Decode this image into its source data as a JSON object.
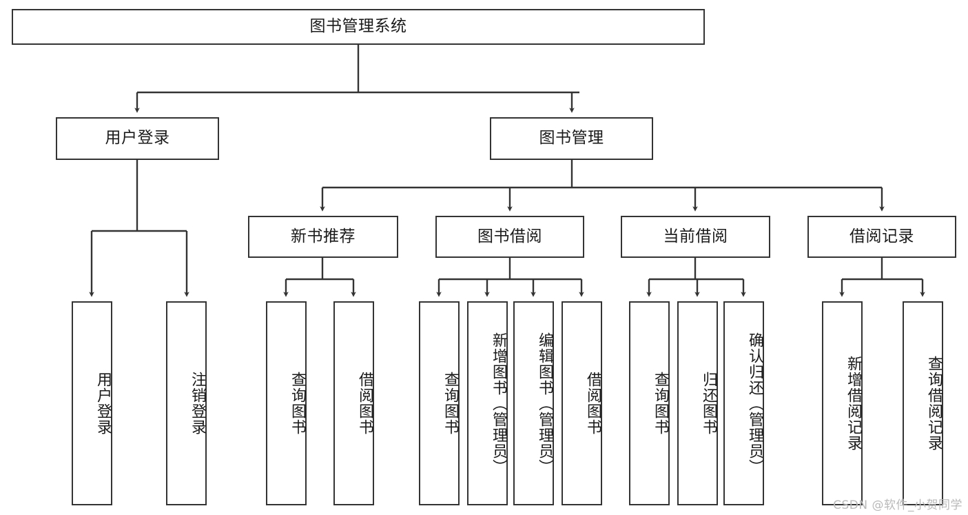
{
  "diagram": {
    "title": "图书管理系统",
    "type": "tree",
    "watermark": "CSDN @软件_小贺同学",
    "colors": {
      "stroke": "#333333",
      "fill": "#ffffff",
      "text": "#1a1a1a",
      "watermark": "#b9b9b9"
    },
    "nodes": {
      "root": {
        "label": "图书管理系统"
      },
      "user_login": {
        "label": "用户登录"
      },
      "book_manage": {
        "label": "图书管理"
      },
      "new_book_rec": {
        "label": "新书推荐"
      },
      "book_borrow": {
        "label": "图书借阅"
      },
      "current_borrow": {
        "label": "当前借阅"
      },
      "borrow_record": {
        "label": "借阅记录"
      },
      "leaf_user_login": {
        "label": "用户登录"
      },
      "leaf_logout": {
        "label": "注销登录"
      },
      "leaf_query_book_1": {
        "label": "查询图书"
      },
      "leaf_borrow_book_1": {
        "label": "借阅图书"
      },
      "leaf_query_book_2": {
        "label": "查询图书"
      },
      "leaf_add_book": {
        "label": "新增图书（管理员）"
      },
      "leaf_edit_book": {
        "label": "编辑图书（管理员）"
      },
      "leaf_borrow_book_2": {
        "label": "借阅图书"
      },
      "leaf_query_book_3": {
        "label": "查询图书"
      },
      "leaf_return_book": {
        "label": "归还图书"
      },
      "leaf_confirm_return": {
        "label": "确认归还（管理员）"
      },
      "leaf_add_record": {
        "label": "新增借阅记录"
      },
      "leaf_query_record": {
        "label": "查询借阅记录"
      }
    }
  }
}
